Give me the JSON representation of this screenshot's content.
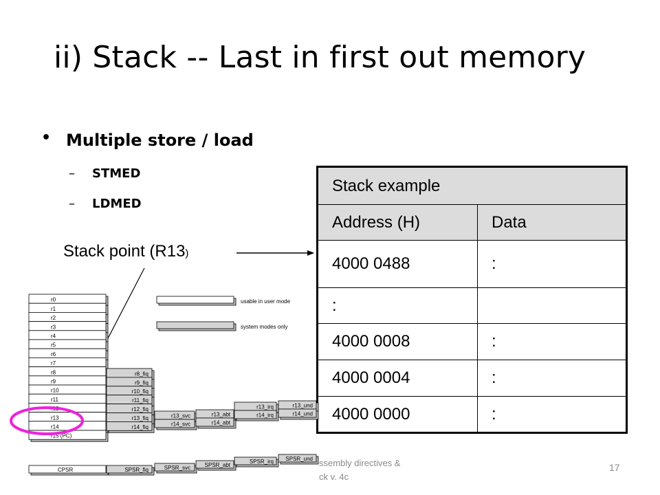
{
  "slide": {
    "title": "ii) Stack -- Last in first out memory",
    "bullet": "Multiple store / load",
    "sub_items": [
      "STMED",
      "LDMED"
    ],
    "stack_pointer_label": "Stack point (R13",
    "stack_pointer_paren": ")",
    "footer_line1": "ssembly directives &",
    "footer_line2": "ck v. 4c",
    "page_number": "17"
  },
  "stack_table": {
    "title": "Stack example",
    "headers": [
      "Address (H)",
      "Data"
    ],
    "rows": [
      [
        "4000 0488",
        ":"
      ],
      [
        ":",
        ""
      ],
      [
        "4000 0008",
        ":"
      ],
      [
        "4000 0004",
        ":"
      ],
      [
        "4000 0000",
        ":"
      ]
    ]
  },
  "register_diagram": {
    "legend": [
      "usable in user mode",
      "system modes only"
    ],
    "user_registers": [
      "r0",
      "r1",
      "r2",
      "r3",
      "r4",
      "r5",
      "r6",
      "r7",
      "r8",
      "r9",
      "r10",
      "r11",
      "r12",
      "r13",
      "r14",
      "r15 (PC)"
    ],
    "fiq_registers": [
      "r8_fiq",
      "r9_fiq",
      "r10_fiq",
      "r11_fiq",
      "r12_fiq",
      "r13_fiq",
      "r14_fiq"
    ],
    "svc_registers": [
      "r13_svc",
      "r14_svc"
    ],
    "abt_registers": [
      "r13_abt",
      "r14_abt"
    ],
    "irq_registers": [
      "r13_irq",
      "r14_irq"
    ],
    "und_registers": [
      "r13_und",
      "r14_und"
    ],
    "status_registers": [
      "CPSR",
      "SPSR_fiq",
      "SPSR_svc",
      "SPSR_abt",
      "SPSR_irq",
      "SPSR_und"
    ],
    "colors": {
      "highlight_circle": "#ee22dd",
      "system_only_fill": "#d4d4d4"
    }
  }
}
